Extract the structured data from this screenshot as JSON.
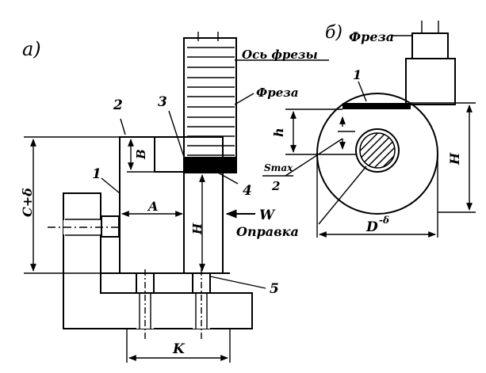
{
  "panel_a": {
    "label": "а)",
    "axis_label": "Ось фрезы",
    "cutter_label": "Фреза",
    "parts": {
      "p1": "1",
      "p2": "2",
      "p3": "3",
      "p4": "4",
      "p5": "5"
    },
    "dims": {
      "B": "B",
      "A": "A",
      "H": "H",
      "W": "W",
      "K": "K",
      "C": "C+δ"
    }
  },
  "panel_b": {
    "label": "б)",
    "cutter_label": "Фреза",
    "part1": "1",
    "dims": {
      "h": "h",
      "H": "H",
      "D": "D",
      "D_tol": "-δ",
      "smax": "Smax",
      "two": "2"
    },
    "mandrel_label": "Оправка"
  },
  "icons": [
    "hatch-pattern",
    "dimension-arrow",
    "leader-line"
  ]
}
